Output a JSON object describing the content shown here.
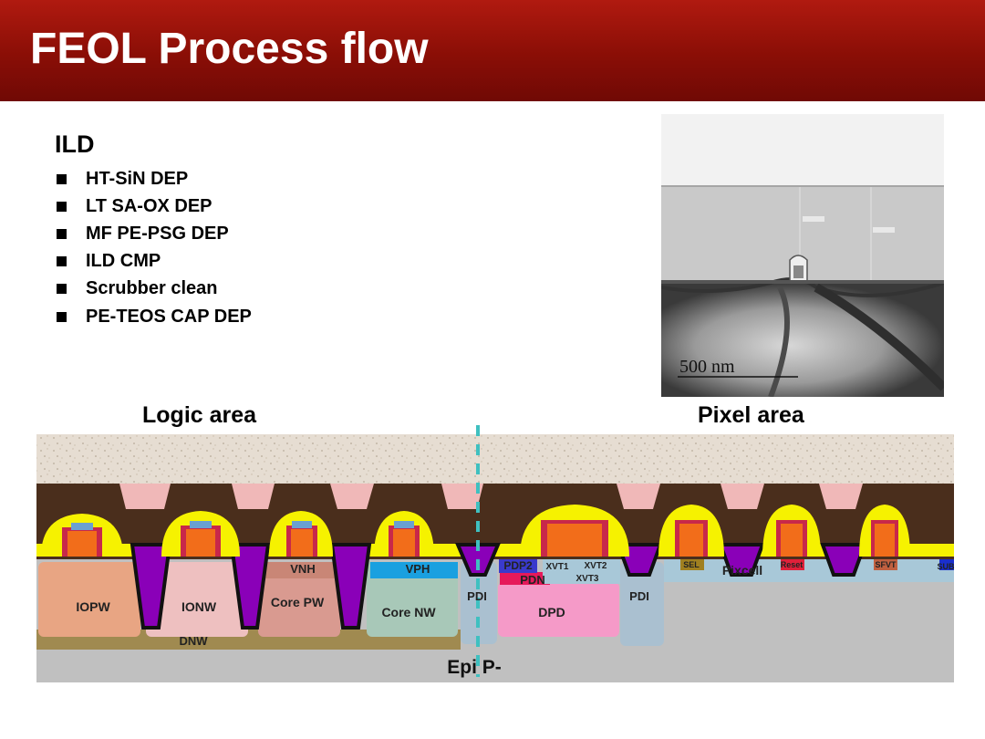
{
  "header": {
    "title": "FEOL Process flow"
  },
  "ild": {
    "title": "ILD",
    "steps": [
      "HT-SiN DEP",
      "LT SA-OX DEP",
      "MF PE-PSG DEP",
      "ILD CMP",
      "Scrubber clean",
      "PE-TEOS CAP DEP"
    ]
  },
  "sem_image": {
    "scale_bar": "500 nm"
  },
  "areas": {
    "logic": "Logic area",
    "pixel": "Pixel area"
  },
  "regions": {
    "iopw": "IOPW",
    "ionw": "IONW",
    "core_pw": "Core PW",
    "core_nw": "Core NW",
    "dnw": "DNW",
    "vnh": "VNH",
    "vph": "VPH",
    "pdi_left": "PDI",
    "pdp2": "PDP2",
    "xvt1": "XVT1",
    "xvt2": "XVT2",
    "xvt3": "XVT3",
    "pdn": "PDN",
    "dpd": "DPD",
    "pdi_right": "PDI",
    "sel": "SEL",
    "pixcell": "Pixcell",
    "reset": "Reset",
    "sfvt": "SFVT",
    "sub": "SUB",
    "epi": "Epi P-"
  },
  "colors": {
    "header_top": "#b01a10",
    "header_bottom": "#700905",
    "oxide": "#e8e0d4",
    "psg": "#4a2e1c",
    "nitride": "#f6f200",
    "gate": "#f26d1a",
    "sti": "#8a00b8",
    "iopw": "#e8a583",
    "ionw": "#eec0c0",
    "core_pw": "#d99a90",
    "core_nw": "#a8c8b8",
    "dnw": "#a08a50",
    "dpd": "#f59ac8",
    "pdi": "#aac0d0",
    "epi": "#c0c0c0",
    "divider": "#3fc0c0"
  }
}
